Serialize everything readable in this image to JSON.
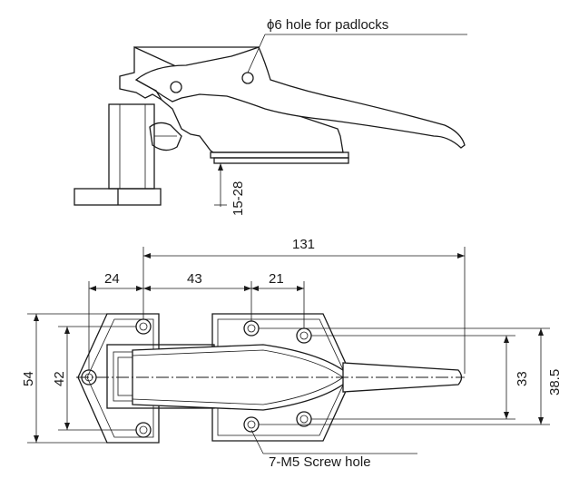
{
  "labels": {
    "padlock_hole": "ϕ6 hole for padlocks",
    "screw_hole": "7-M5  Screw hole"
  },
  "dimensions": {
    "d_131": "131",
    "d_24": "24",
    "d_43": "43",
    "d_21": "21",
    "d_54": "54",
    "d_42": "42",
    "d_33": "33",
    "d_38_5": "38.5",
    "d_15_28": "15-28"
  }
}
